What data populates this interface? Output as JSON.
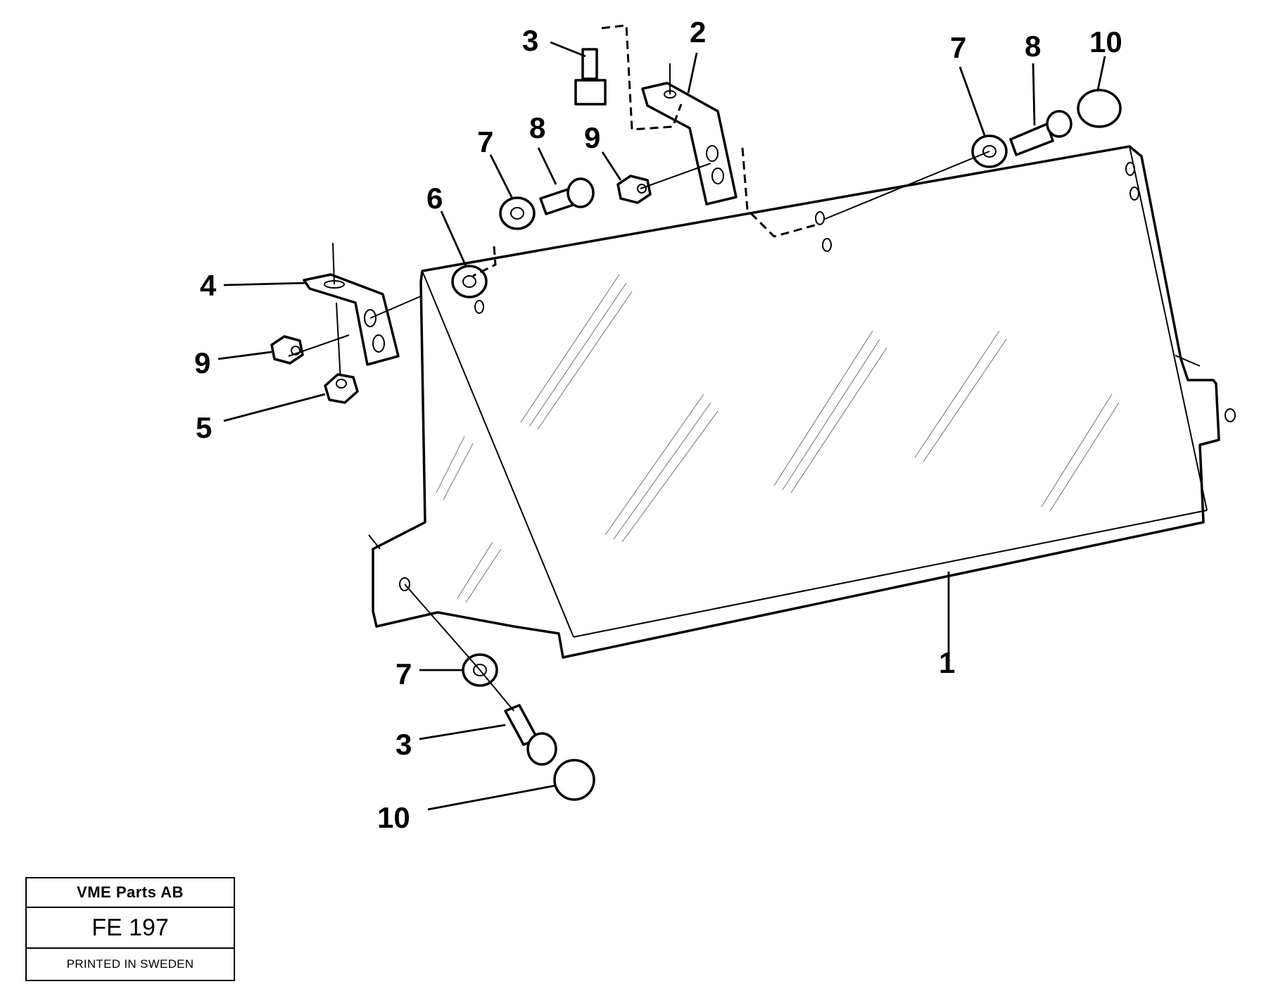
{
  "callouts": {
    "c1": "1",
    "c2": "2",
    "c3_top": "3",
    "c3_bottom": "3",
    "c4": "4",
    "c5": "5",
    "c6": "6",
    "c7_left": "7",
    "c7_right": "7",
    "c7_bottom": "7",
    "c8_left": "8",
    "c8_right": "8",
    "c9_left": "9",
    "c9_mid": "9",
    "c10_top": "10",
    "c10_bottom": "10"
  },
  "title_block": {
    "company": "VME Parts AB",
    "code": "FE 197",
    "printed": "PRINTED IN SWEDEN"
  }
}
